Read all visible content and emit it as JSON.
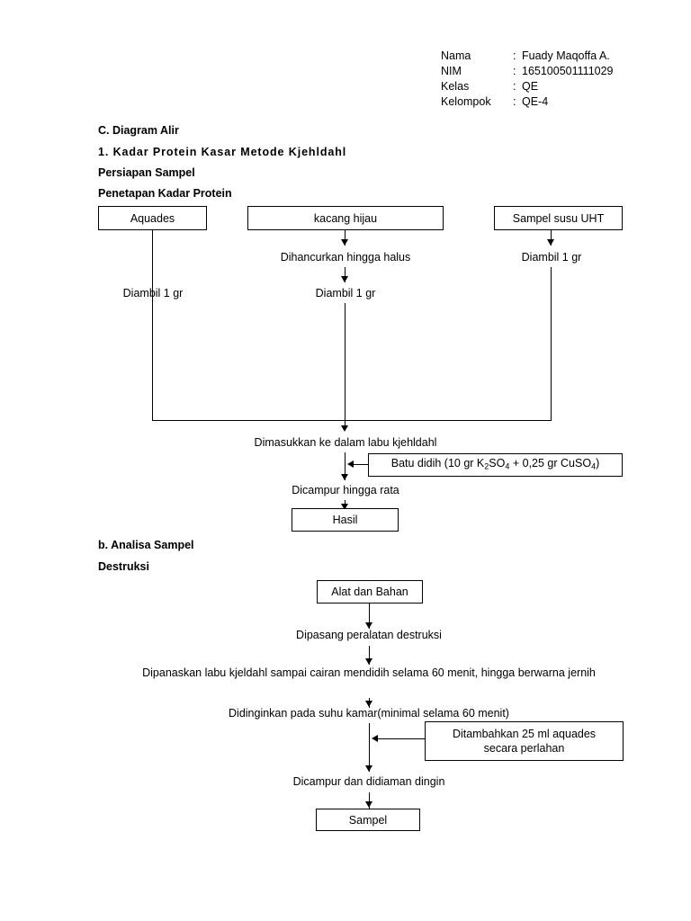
{
  "identity": {
    "rows": [
      {
        "label": "Nama",
        "sep": ":",
        "value": "Fuady Maqoffa A."
      },
      {
        "label": "NIM",
        "sep": ":",
        "value": "165100501111029"
      },
      {
        "label": "Kelas",
        "sep": ":",
        "value": "QE"
      },
      {
        "label": "Kelompok",
        "sep": ":",
        "value": "QE-4"
      }
    ]
  },
  "headings": {
    "section_c": "C. Diagram Alir",
    "item_1": "1. Kadar  Protein  Kasar  Metode  Kjehldahl",
    "persiapan": "Persiapan Sampel",
    "penetapan": "Penetapan Kadar Protein",
    "analisa": "b. Analisa Sampel",
    "destruksi": "Destruksi"
  },
  "diagram1": {
    "box_aquades": "Aquades",
    "box_kacang": "kacang hijau",
    "box_susu": "Sampel susu UHT",
    "step_dihancurkan": "Dihancurkan hingga halus",
    "step_diambil_left": "Diambil 1 gr",
    "step_diambil_center": "Diambil 1 gr",
    "step_diambil_right": "Diambil 1 gr",
    "step_dimasukkan": "Dimasukkan ke dalam labu kjehldahl",
    "box_batu_didih_prefix": "Batu didih (10 gr K",
    "box_batu_didih_sub1": "2",
    "box_batu_didih_mid1": "SO",
    "box_batu_didih_sub2": "4",
    "box_batu_didih_mid2": " + 0,25 gr CuSO",
    "box_batu_didih_sub3": "4",
    "box_batu_didih_suffix": ")",
    "step_dicampur": "Dicampur hingga rata",
    "box_hasil": "Hasil"
  },
  "diagram2": {
    "box_alat_bahan": "Alat dan Bahan",
    "step_dipasang": "Dipasang peralatan destruksi",
    "step_dipanaskan": "Dipanaskan labu kjeldahl sampai cairan mendidih selama 60 menit, hingga berwarna jernih",
    "step_didinginkan": "Didinginkan pada suhu kamar(minimal selama 60 menit)",
    "box_ditambahkan_line1": "Ditambahkan 25 ml aquades",
    "box_ditambahkan_line2": "secara perlahan",
    "step_dicampur_dingin": "Dicampur dan didiaman dingin",
    "box_sampel": "Sampel"
  }
}
